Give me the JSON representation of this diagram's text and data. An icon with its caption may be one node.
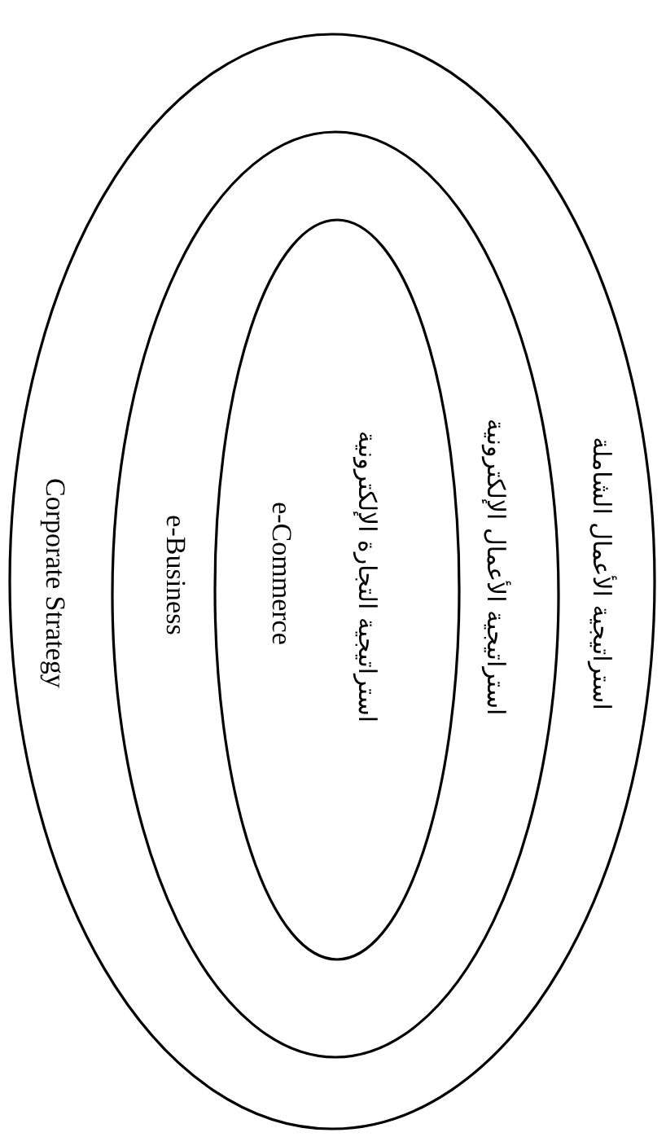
{
  "diagram": {
    "nodes": [
      {
        "text": [
          "استراتيجية الأعمال الشاملة",
          "Corporate Strategy"
        ]
      },
      {
        "text": [
          "استراتيجية الأعمال الإلكترونية",
          "e-Business"
        ],
        "in": 0
      },
      {
        "text": [
          "استراتيجية التجارة الإلكترونية",
          "e-Commerce"
        ],
        "in": 1
      }
    ]
  }
}
